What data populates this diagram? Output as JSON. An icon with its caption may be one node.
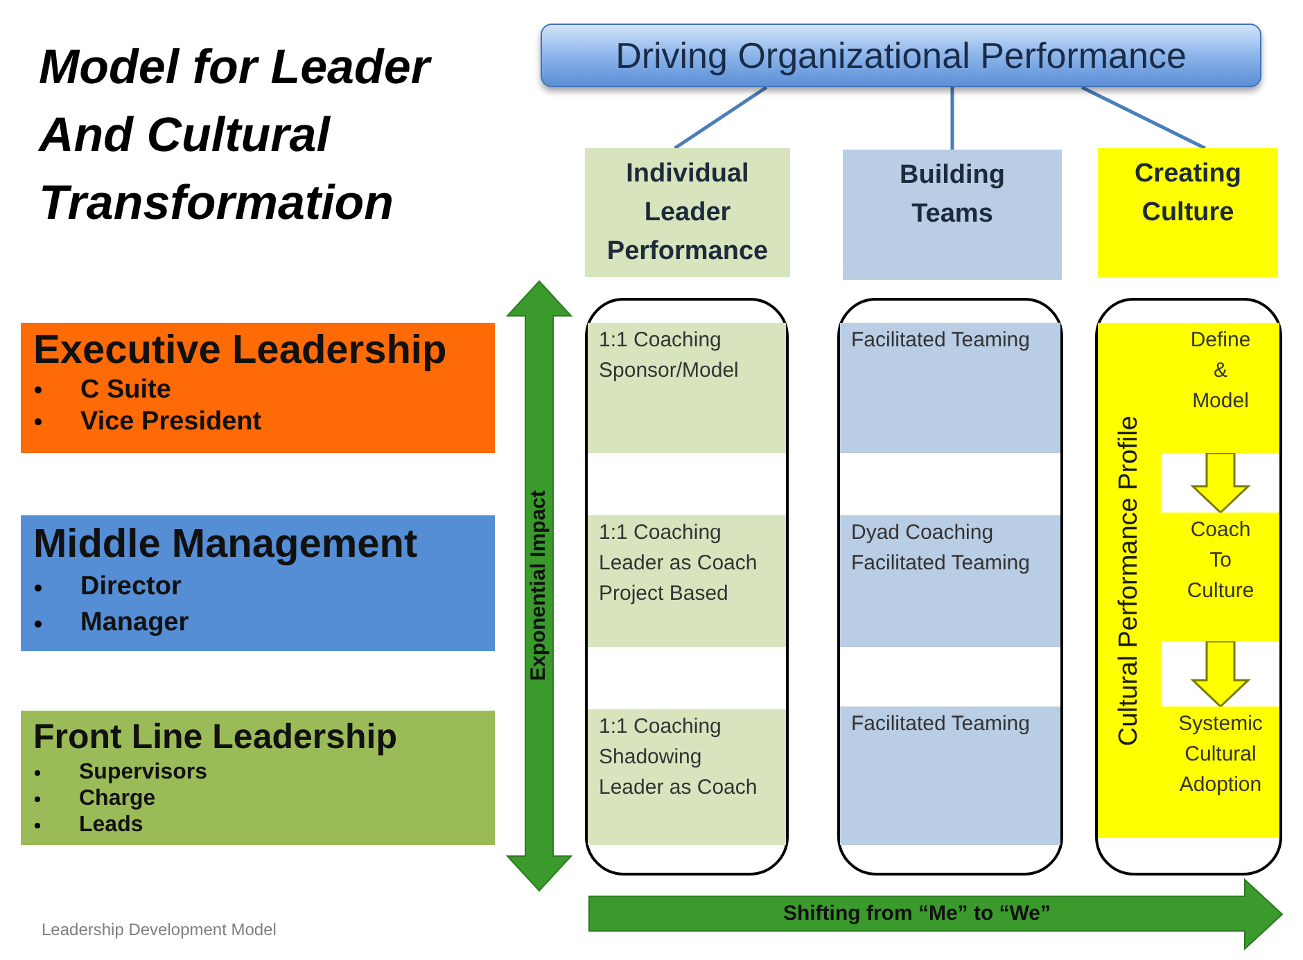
{
  "diagram": {
    "title": "Model for Leader And Cultural Transformation",
    "nodes": [
      {
        "text": [
          "Driving Organizational Performance"
        ]
      },
      {
        "text": [
          "Individual Leader Performance"
        ]
      },
      {
        "text": [
          "Building Teams"
        ]
      },
      {
        "text": [
          "Creating Culture"
        ]
      },
      {
        "text": [
          "Executive Leadership",
          "C Suite",
          "Vice President"
        ]
      },
      {
        "text": [
          "Middle Management",
          "Director",
          "Manager"
        ]
      },
      {
        "text": [
          "Front Line Leadership",
          "Supervisors",
          "Charge",
          "Leads"
        ]
      },
      {
        "text": [],
        "shape": "box"
      },
      {
        "text": [
          "1:1 Coaching",
          "Sponsor/Model"
        ],
        "in": 7
      },
      {
        "text": [
          "1:1 Coaching",
          "Leader as Coach",
          "Project Based"
        ],
        "in": 7
      },
      {
        "text": [
          "1:1 Coaching",
          "Shadowing",
          "Leader as Coach"
        ],
        "in": 7
      },
      {
        "text": [],
        "shape": "box"
      },
      {
        "text": [
          "Facilitated Teaming"
        ],
        "in": 11
      },
      {
        "text": [
          "Dyad Coaching",
          "Facilitated Teaming"
        ],
        "in": 11
      },
      {
        "text": [
          "Facilitated Teaming"
        ],
        "in": 11
      },
      {
        "text": [
          "Cultural Performance Profile"
        ]
      },
      {
        "text": [
          "Define & Model"
        ],
        "in": 15
      },
      {
        "text": [
          "Coach To Culture"
        ],
        "in": 15
      },
      {
        "text": [
          "Systemic Cultural Adoption"
        ],
        "in": 15
      }
    ],
    "edges": [
      {
        "from": 0,
        "to": 1,
        "arrow": "none"
      },
      {
        "from": 0,
        "to": 2,
        "arrow": "none"
      },
      {
        "from": 0,
        "to": 3,
        "arrow": "none"
      },
      {
        "from": 16,
        "to": 17,
        "arrow": "to",
        "style": "thick",
        "color": "#ffff00"
      },
      {
        "from": 17,
        "to": 18,
        "arrow": "to",
        "style": "thick",
        "color": "#ffff00"
      }
    ],
    "labels": [
      "Exponential Impact",
      "Leadership Development Model",
      "Shifting from “Me” to “We”"
    ]
  }
}
